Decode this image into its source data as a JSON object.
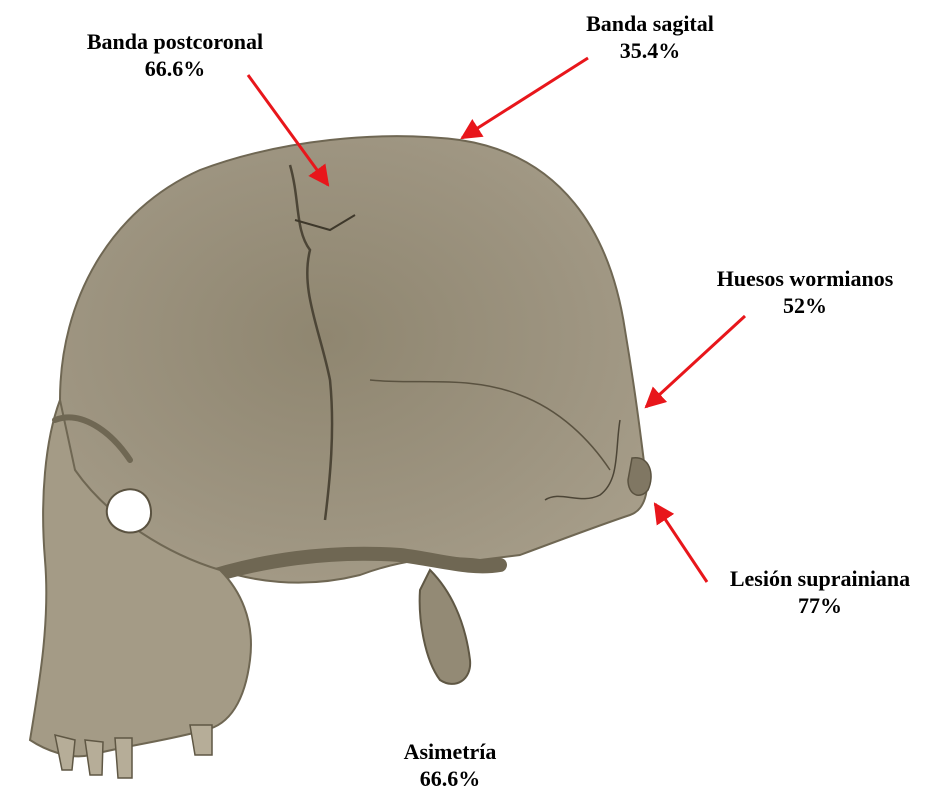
{
  "figure": {
    "illustration": "skull-lateral-view",
    "arrow_color": "#e8161b",
    "bone_color": "#9a9079"
  },
  "annotations": [
    {
      "id": "banda-postcoronal",
      "label": "Banda postcoronal",
      "value": "66.6%"
    },
    {
      "id": "banda-sagital",
      "label": "Banda sagital",
      "value": "35.4%"
    },
    {
      "id": "huesos-wormianos",
      "label": "Huesos wormianos",
      "value": "52%"
    },
    {
      "id": "lesion-suprainiana",
      "label": "Lesión suprainiana",
      "value": "77%"
    },
    {
      "id": "asimetria",
      "label": "Asimetría",
      "value": "66.6%"
    }
  ]
}
